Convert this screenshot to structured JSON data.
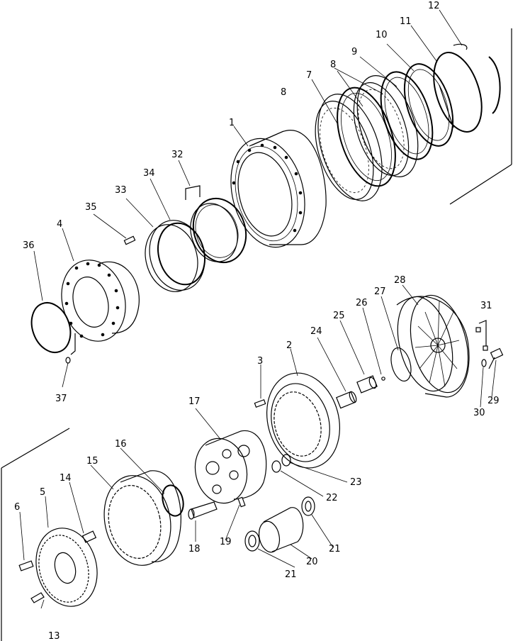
{
  "diagram": {
    "labels": [
      {
        "id": "label-1",
        "text": "1"
      },
      {
        "id": "label-2",
        "text": "2"
      },
      {
        "id": "label-3",
        "text": "3"
      },
      {
        "id": "label-4",
        "text": "4"
      },
      {
        "id": "label-5",
        "text": "5"
      },
      {
        "id": "label-6",
        "text": "6"
      },
      {
        "id": "label-7",
        "text": "7"
      },
      {
        "id": "label-8a",
        "text": "8"
      },
      {
        "id": "label-8b",
        "text": "8"
      },
      {
        "id": "label-9",
        "text": "9"
      },
      {
        "id": "label-10",
        "text": "10"
      },
      {
        "id": "label-11",
        "text": "11"
      },
      {
        "id": "label-12",
        "text": "12"
      },
      {
        "id": "label-13",
        "text": "13"
      },
      {
        "id": "label-14",
        "text": "14"
      },
      {
        "id": "label-15",
        "text": "15"
      },
      {
        "id": "label-16",
        "text": "16"
      },
      {
        "id": "label-17",
        "text": "17"
      },
      {
        "id": "label-18",
        "text": "18"
      },
      {
        "id": "label-19",
        "text": "19"
      },
      {
        "id": "label-20",
        "text": "20"
      },
      {
        "id": "label-21a",
        "text": "21"
      },
      {
        "id": "label-21b",
        "text": "21"
      },
      {
        "id": "label-22",
        "text": "22"
      },
      {
        "id": "label-23",
        "text": "23"
      },
      {
        "id": "label-24",
        "text": "24"
      },
      {
        "id": "label-25",
        "text": "25"
      },
      {
        "id": "label-26",
        "text": "26"
      },
      {
        "id": "label-27",
        "text": "27"
      },
      {
        "id": "label-28",
        "text": "28"
      },
      {
        "id": "label-29",
        "text": "29"
      },
      {
        "id": "label-30",
        "text": "30"
      },
      {
        "id": "label-31",
        "text": "31"
      },
      {
        "id": "label-32",
        "text": "32"
      },
      {
        "id": "label-33",
        "text": "33"
      },
      {
        "id": "label-34",
        "text": "34"
      },
      {
        "id": "label-35",
        "text": "35"
      },
      {
        "id": "label-36",
        "text": "36"
      },
      {
        "id": "label-37",
        "text": "37"
      }
    ]
  }
}
